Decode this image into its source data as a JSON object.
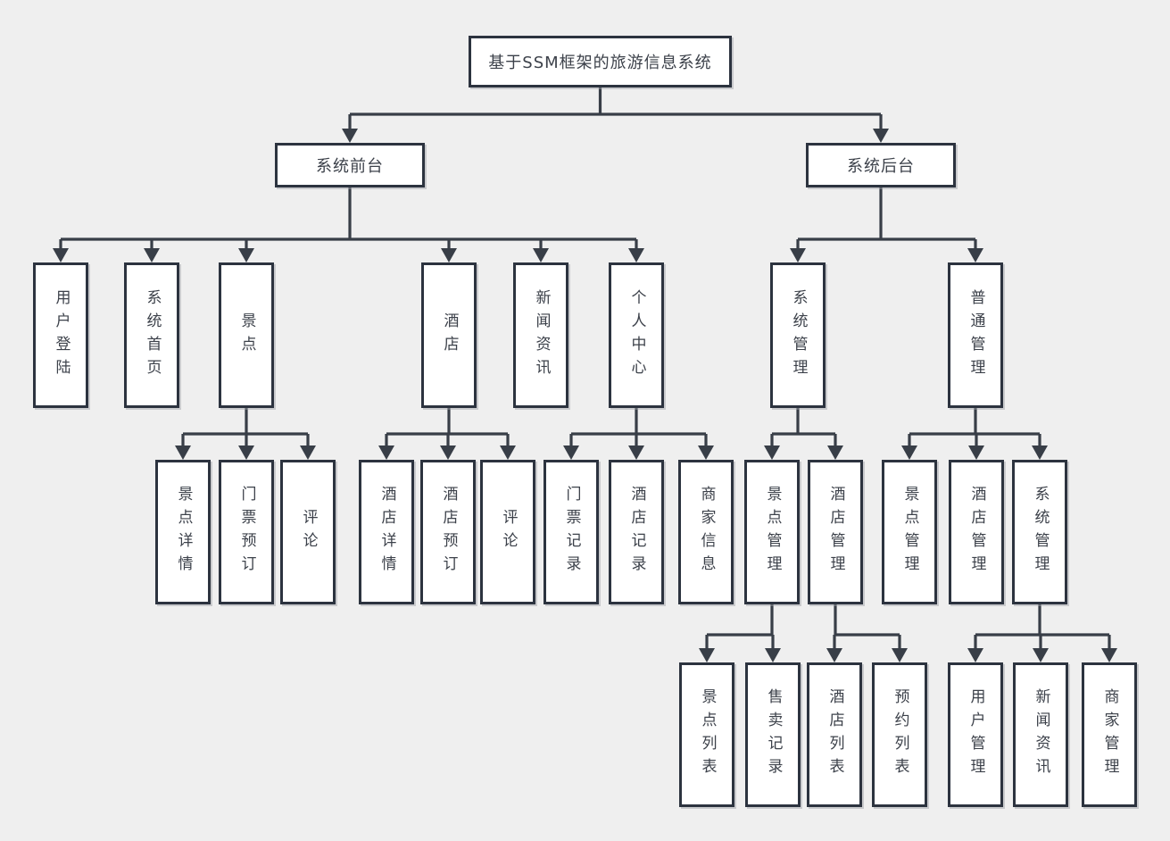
{
  "diagram": {
    "colors": {
      "background": "#efefef",
      "box_fill": "#ffffff",
      "box_border": "#2c333f",
      "line": "#383e47",
      "text": "#3c414a"
    }
  },
  "nodes": [
    {
      "id": "root",
      "label": "基于SSM框架的旅游信息系统",
      "parent": null,
      "orientation": "horizontal"
    },
    {
      "id": "frontend",
      "label": "系统前台",
      "parent": "root",
      "orientation": "horizontal"
    },
    {
      "id": "backend",
      "label": "系统后台",
      "parent": "root",
      "orientation": "horizontal"
    },
    {
      "id": "user-login",
      "label": "用户登陆",
      "parent": "frontend",
      "orientation": "vertical"
    },
    {
      "id": "system-home",
      "label": "系统首页",
      "parent": "frontend",
      "orientation": "vertical"
    },
    {
      "id": "scenic-spot",
      "label": "景点",
      "parent": "frontend",
      "orientation": "vertical"
    },
    {
      "id": "hotel",
      "label": "酒店",
      "parent": "frontend",
      "orientation": "vertical"
    },
    {
      "id": "news",
      "label": "新闻资讯",
      "parent": "frontend",
      "orientation": "vertical"
    },
    {
      "id": "personal-center",
      "label": "个人中心",
      "parent": "frontend",
      "orientation": "vertical"
    },
    {
      "id": "system-mgmt",
      "label": "系统管理",
      "parent": "backend",
      "orientation": "vertical"
    },
    {
      "id": "ordinary-mgmt",
      "label": "普通管理",
      "parent": "backend",
      "orientation": "vertical"
    },
    {
      "id": "scenic-detail",
      "label": "景点详情",
      "parent": "scenic-spot",
      "orientation": "vertical"
    },
    {
      "id": "ticket-booking",
      "label": "门票预订",
      "parent": "scenic-spot",
      "orientation": "vertical"
    },
    {
      "id": "scenic-comment",
      "label": "评论",
      "parent": "scenic-spot",
      "orientation": "vertical"
    },
    {
      "id": "hotel-detail",
      "label": "酒店详情",
      "parent": "hotel",
      "orientation": "vertical"
    },
    {
      "id": "hotel-booking",
      "label": "酒店预订",
      "parent": "hotel",
      "orientation": "vertical"
    },
    {
      "id": "hotel-comment",
      "label": "评论",
      "parent": "hotel",
      "orientation": "vertical"
    },
    {
      "id": "ticket-records",
      "label": "门票记录",
      "parent": "personal-center",
      "orientation": "vertical"
    },
    {
      "id": "hotel-records",
      "label": "酒店记录",
      "parent": "personal-center",
      "orientation": "vertical"
    },
    {
      "id": "merchant-info",
      "label": "商家信息",
      "parent": "personal-center",
      "orientation": "vertical"
    },
    {
      "id": "scenic-mgmt-sys",
      "label": "景点管理",
      "parent": "system-mgmt",
      "orientation": "vertical"
    },
    {
      "id": "hotel-mgmt-sys",
      "label": "酒店管理",
      "parent": "system-mgmt",
      "orientation": "vertical"
    },
    {
      "id": "scenic-mgmt-ord",
      "label": "景点管理",
      "parent": "ordinary-mgmt",
      "orientation": "vertical"
    },
    {
      "id": "hotel-mgmt-ord",
      "label": "酒店管理",
      "parent": "ordinary-mgmt",
      "orientation": "vertical"
    },
    {
      "id": "system-mgmt-ord",
      "label": "系统管理",
      "parent": "ordinary-mgmt",
      "orientation": "vertical"
    },
    {
      "id": "scenic-list",
      "label": "景点列表",
      "parent": "scenic-mgmt-sys",
      "orientation": "vertical"
    },
    {
      "id": "sales-records",
      "label": "售卖记录",
      "parent": "scenic-mgmt-sys",
      "orientation": "vertical"
    },
    {
      "id": "hotel-list",
      "label": "酒店列表",
      "parent": "hotel-mgmt-sys",
      "orientation": "vertical"
    },
    {
      "id": "booking-list",
      "label": "预约列表",
      "parent": "hotel-mgmt-sys",
      "orientation": "vertical"
    },
    {
      "id": "user-mgmt",
      "label": "用户管理",
      "parent": "system-mgmt-ord",
      "orientation": "vertical"
    },
    {
      "id": "news-mgmt",
      "label": "新闻资讯",
      "parent": "system-mgmt-ord",
      "orientation": "vertical"
    },
    {
      "id": "merchant-mgmt",
      "label": "商家管理",
      "parent": "system-mgmt-ord",
      "orientation": "vertical"
    }
  ]
}
